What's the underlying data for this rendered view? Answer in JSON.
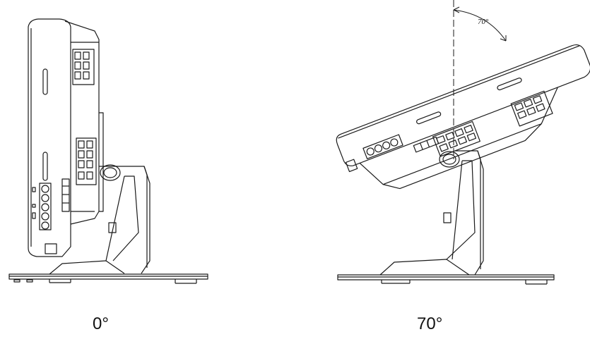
{
  "figures": [
    {
      "caption": "0°"
    },
    {
      "caption": "70°",
      "angle_annotation": "70°"
    }
  ],
  "colors": {
    "line": "#1a1a1a",
    "background": "#ffffff"
  }
}
